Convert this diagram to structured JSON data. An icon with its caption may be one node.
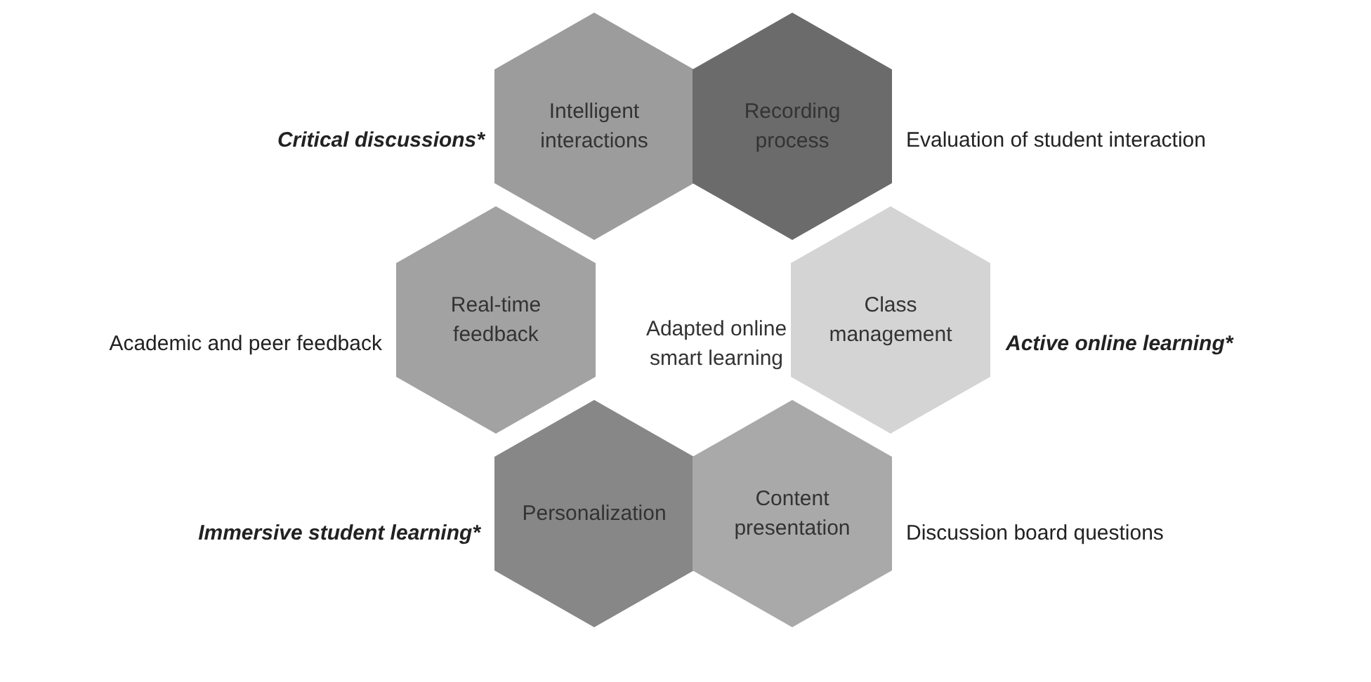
{
  "diagram": {
    "nodes": [
      {
        "text": [
          "Intelligent interactions"
        ],
        "beside": [
          "Critical discussions*"
        ]
      },
      {
        "text": [
          "Recording process"
        ],
        "beside": [
          "Evaluation of student interaction"
        ]
      },
      {
        "text": [
          "Real-time feedback"
        ],
        "beside": [
          "Academic and peer feedback"
        ]
      },
      {
        "text": [
          "Class management"
        ],
        "beside": [
          "Active online learning*"
        ]
      },
      {
        "text": [
          "Personalization"
        ],
        "beside": [
          "Immersive student learning*"
        ]
      },
      {
        "text": [
          "Content presentation"
        ],
        "beside": [
          "Discussion board questions"
        ]
      }
    ],
    "labels": [
      "Adapted online smart learning"
    ]
  }
}
